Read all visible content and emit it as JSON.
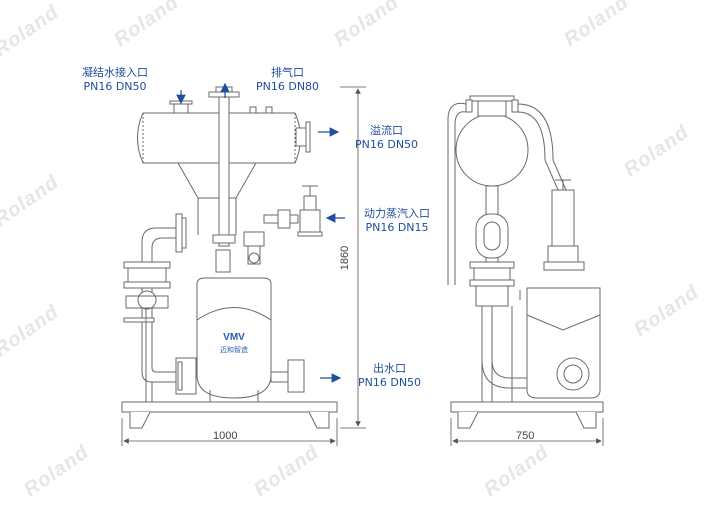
{
  "watermark": "Roland",
  "brand": {
    "logo": "VMV",
    "sub": "迈和智造"
  },
  "labels": {
    "condensate_inlet": {
      "name": "凝结水接入口",
      "spec": "PN16 DN50"
    },
    "vent": {
      "name": "排气口",
      "spec": "PN16 DN80"
    },
    "overflow": {
      "name": "溢流口",
      "spec": "PN16 DN50"
    },
    "motive_steam": {
      "name": "动力蒸汽入口",
      "spec": "PN16 DN15"
    },
    "outlet": {
      "name": "出水口",
      "spec": "PN16 DN50"
    }
  },
  "dimensions": {
    "front_width": "1000",
    "side_width": "750",
    "height": "1860"
  },
  "colors": {
    "line": "#6a6a6a",
    "label": "#1f4e9c",
    "dim": "#444444"
  }
}
